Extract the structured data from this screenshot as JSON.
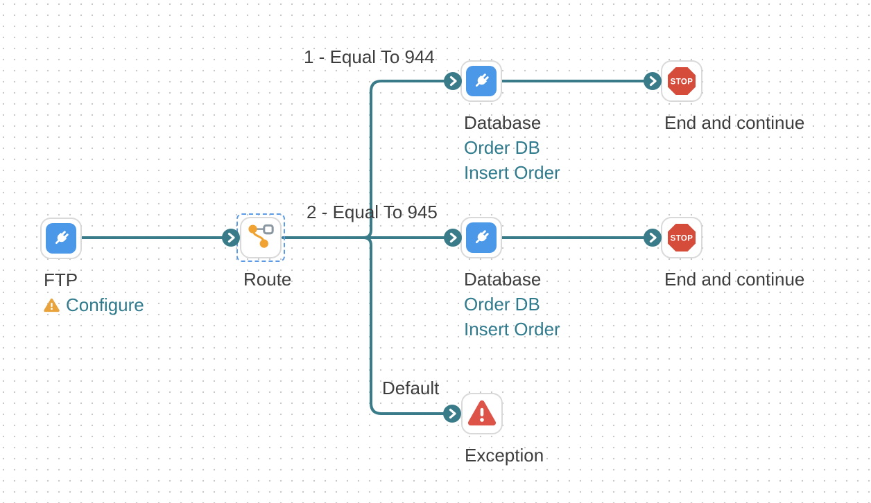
{
  "colors": {
    "connector_teal": "#3A7B8A",
    "teal_text": "#2F7A8C",
    "node_blue": "#4B97E8",
    "stop_red": "#D54C3B",
    "exception_red": "#DD5348",
    "warning_orange": "#E8A33C",
    "route_orange": "#F0A232",
    "selection_blue": "#5C9CE6",
    "grid_dot": "#C8C8C8",
    "label_dark": "#3D3D3D"
  },
  "branches": {
    "condition1": "1 - Equal To 944",
    "condition2": "2 - Equal To 945",
    "default": "Default"
  },
  "nodes": {
    "ftp": {
      "label": "FTP",
      "warning": "Configure"
    },
    "route": {
      "label": "Route"
    },
    "database_top": {
      "label": "Database",
      "connection": "Order DB",
      "operation": "Insert Order"
    },
    "end_top": {
      "label": "End and continue",
      "stop": "STOP"
    },
    "database_mid": {
      "label": "Database",
      "connection": "Order DB",
      "operation": "Insert Order"
    },
    "end_mid": {
      "label": "End and continue",
      "stop": "STOP"
    },
    "exception": {
      "label": "Exception"
    }
  }
}
